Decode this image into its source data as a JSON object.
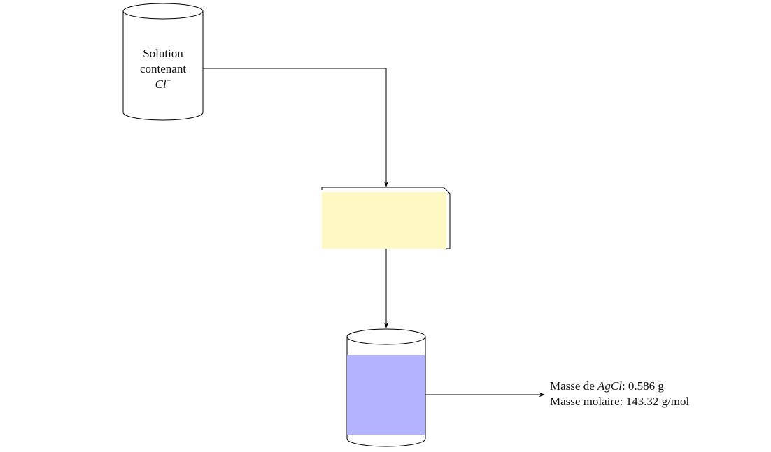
{
  "source_container": {
    "line1": "Solution",
    "line2": "contenant",
    "ion": "Cl",
    "charge": "−"
  },
  "filter_box": {
    "fill_color": "#fef9c3"
  },
  "collection_beaker": {
    "precipitate_color": "#b3b3ff"
  },
  "result": {
    "line1_prefix": "Masse de ",
    "line1_compound": "AgCl",
    "line1_value": ": 0.586 g",
    "line2": "Masse molaire: 143.32 g/mol"
  }
}
